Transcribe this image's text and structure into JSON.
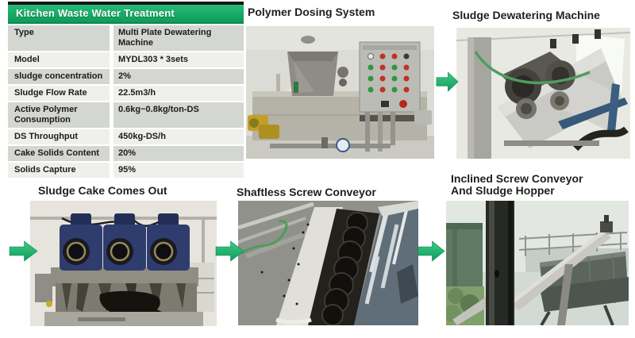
{
  "table": {
    "title": "Kitchen Waste Water Treatment",
    "rows": [
      {
        "label": "Type",
        "value": "Multi Plate Dewatering Machine"
      },
      {
        "label": "Model",
        "value": "MYDL303 * 3sets"
      },
      {
        "label": "sludge concentration",
        "value": "2%"
      },
      {
        "label": "Sludge Flow Rate",
        "value": "22.5m3/h"
      },
      {
        "label": "Active Polymer Consumption",
        "value": "0.6kg~0.8kg/ton-DS"
      },
      {
        "label": "DS Throughput",
        "value": "450kg-DS/h"
      },
      {
        "label": "Cake Solids Content",
        "value": "20%"
      },
      {
        "label": "Solids Capture",
        "value": "95%"
      }
    ]
  },
  "photos": {
    "polymer": {
      "title": "Polymer Dosing System"
    },
    "dewatering": {
      "title": "Sludge Dewatering Machine"
    },
    "cake": {
      "title": "Sludge Cake Comes Out"
    },
    "conveyor": {
      "title": "Shaftless Screw Conveyor"
    },
    "inclined": {
      "title_line1": "Inclined Screw Conveyor",
      "title_line2": "And Sludge Hopper"
    }
  },
  "icons": {
    "flow_arrow": "right-arrow"
  },
  "colors": {
    "bg": "#ffffff",
    "header_top_border": "#161616",
    "header_green_light": "#27bc76",
    "header_green_dark": "#0e9a5b",
    "row_gray": "#d4d6d2",
    "row_light": "#efefec",
    "table_text": "#1b1b1b",
    "title_text": "#1f1f1f",
    "arrow_green_light": "#3fca83",
    "arrow_green_dark": "#0f9c5d"
  }
}
